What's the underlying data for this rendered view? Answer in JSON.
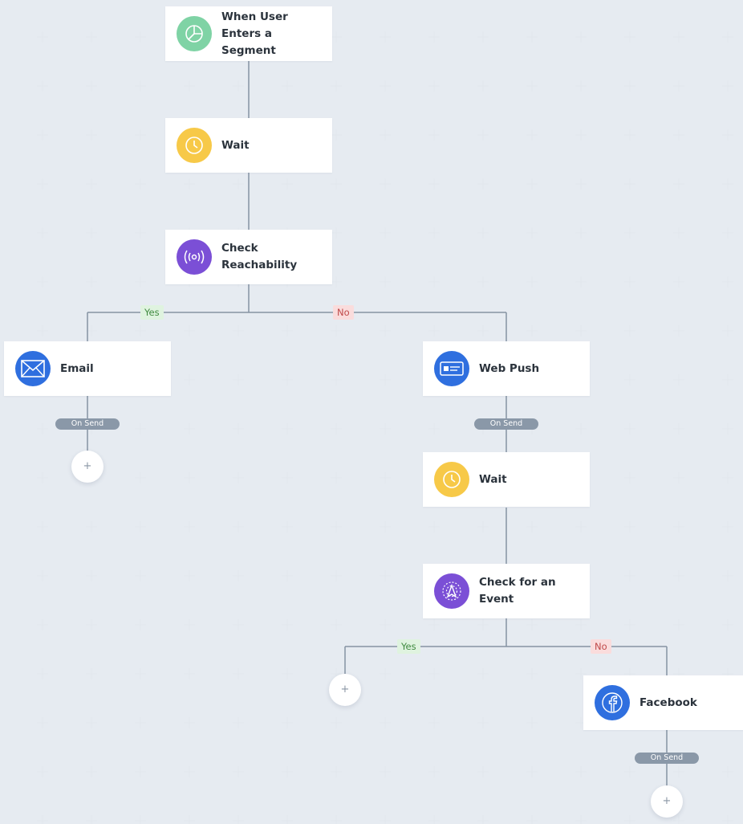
{
  "nodes": {
    "segment": {
      "label": "When User Enters a Segment",
      "icon": "segment-pie-icon",
      "color": "#7fd3a5"
    },
    "wait1": {
      "label": "Wait",
      "icon": "clock-icon",
      "color": "#f7c948"
    },
    "reachability": {
      "label": "Check Reachability",
      "icon": "broadcast-icon",
      "color": "#7b4fd6"
    },
    "email": {
      "label": "Email",
      "icon": "envelope-icon",
      "color": "#2f6fdf"
    },
    "webpush": {
      "label": "Web Push",
      "icon": "web-push-icon",
      "color": "#2f6fdf"
    },
    "wait2": {
      "label": "Wait",
      "icon": "clock-icon",
      "color": "#f7c948"
    },
    "event": {
      "label": "Check for an Event",
      "icon": "event-target-icon",
      "color": "#7b4fd6"
    },
    "facebook": {
      "label": "Facebook",
      "icon": "facebook-icon",
      "color": "#2f6fdf"
    }
  },
  "branches": {
    "reach_yes": "Yes",
    "reach_no": "No",
    "event_yes": "Yes",
    "event_no": "No"
  },
  "pills": {
    "email_on_send": "On Send",
    "webpush_on_send": "On Send",
    "facebook_on_send": "On Send"
  },
  "add_buttons": {
    "email_add": "+",
    "event_yes_add": "+",
    "facebook_add": "+"
  },
  "colors": {
    "connector": "#8593a3",
    "yes_bg": "#dff3df",
    "no_bg": "#fadcdc"
  }
}
